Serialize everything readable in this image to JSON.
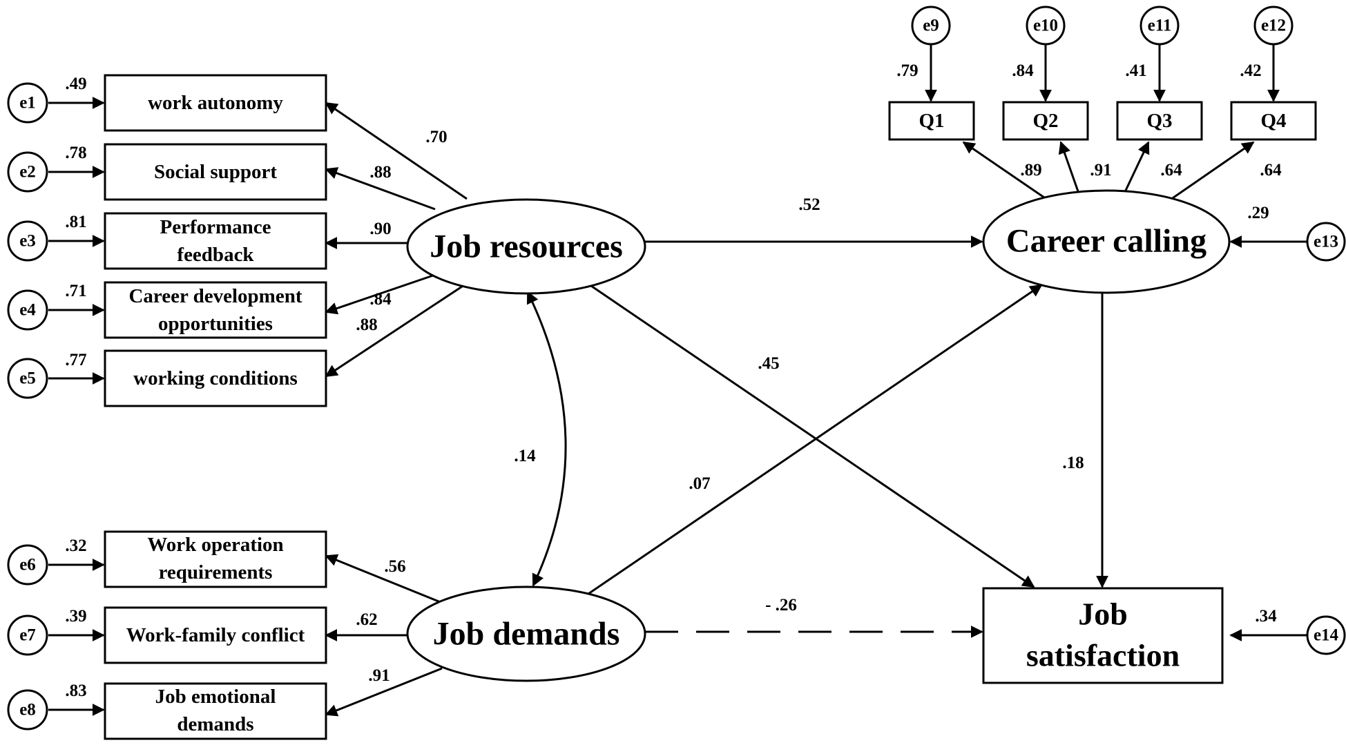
{
  "latents": {
    "job_resources": "Job resources",
    "career_calling": "Career calling",
    "job_demands": "Job demands"
  },
  "outcome": {
    "line1": "Job",
    "line2": "satisfaction"
  },
  "resource_indicators": [
    {
      "error": "e1",
      "error_loading": ".49",
      "label": [
        "work autonomy"
      ],
      "loading": ".70"
    },
    {
      "error": "e2",
      "error_loading": ".78",
      "label": [
        "Social support"
      ],
      "loading": ".88"
    },
    {
      "error": "e3",
      "error_loading": ".81",
      "label": [
        "Performance",
        "feedback"
      ],
      "loading": ".90"
    },
    {
      "error": "e4",
      "error_loading": ".71",
      "label": [
        "Career development",
        "opportunities"
      ],
      "loading": ".84"
    },
    {
      "error": "e5",
      "error_loading": ".77",
      "label": [
        "working conditions"
      ],
      "loading": ".88"
    }
  ],
  "demand_indicators": [
    {
      "error": "e6",
      "error_loading": ".32",
      "label": [
        "Work operation",
        "requirements"
      ],
      "loading": ".56"
    },
    {
      "error": "e7",
      "error_loading": ".39",
      "label": [
        "Work-family conflict"
      ],
      "loading": ".62"
    },
    {
      "error": "e8",
      "error_loading": ".83",
      "label": [
        "Job emotional",
        "demands"
      ],
      "loading": ".91"
    }
  ],
  "calling_indicators": [
    {
      "error": "e9",
      "error_loading": ".79",
      "label": "Q1",
      "loading": ".89"
    },
    {
      "error": "e10",
      "error_loading": ".84",
      "label": "Q2",
      "loading": ".91"
    },
    {
      "error": "e11",
      "error_loading": ".41",
      "label": "Q3",
      "loading": ".64"
    },
    {
      "error": "e12",
      "error_loading": ".42",
      "label": "Q4",
      "loading": ".64"
    }
  ],
  "disturbances": {
    "calling": {
      "error": "e13",
      "value": ".29"
    },
    "satisfaction": {
      "error": "e14",
      "value": ".34"
    }
  },
  "paths": {
    "resources_to_calling": ".52",
    "resources_to_satisfaction": ".45",
    "calling_to_satisfaction": ".18",
    "demands_to_calling": ".07",
    "demands_to_satisfaction": "- .26",
    "resources_demands_covariance": ".14"
  }
}
